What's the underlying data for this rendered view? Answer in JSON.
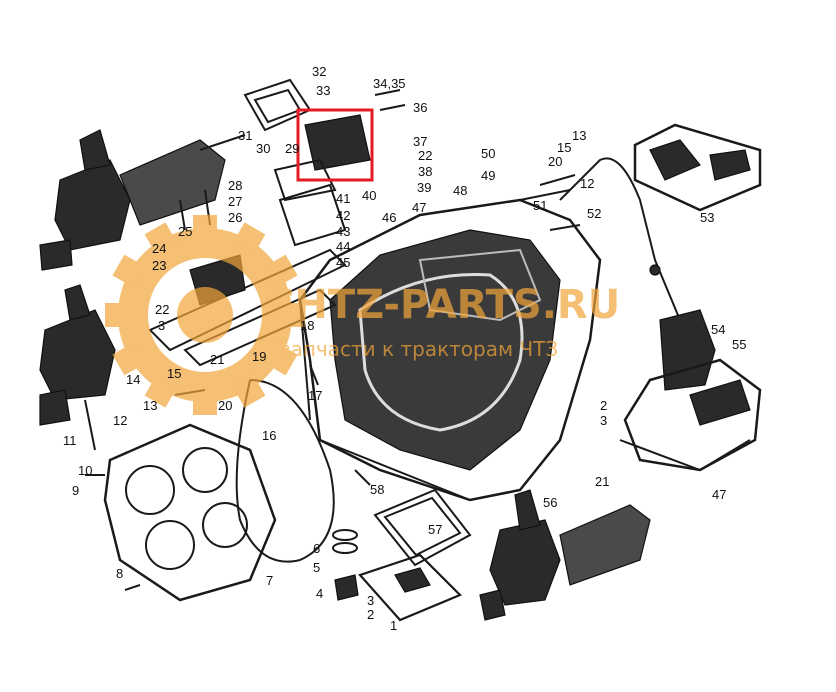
{
  "watermark": {
    "brand": "CHTZ-PARTS.RU",
    "tagline": "запчасти к тракторам ЧТЗ",
    "color": "#f2a53a"
  },
  "highlight": {
    "color": "#e31b23"
  },
  "callouts": [
    "1",
    "2",
    "3",
    "4",
    "5",
    "6",
    "7",
    "8",
    "9",
    "10",
    "11",
    "12",
    "13",
    "14",
    "15",
    "16",
    "17",
    "18",
    "19",
    "20",
    "21",
    "22",
    "23",
    "24",
    "25",
    "26",
    "27",
    "28",
    "29",
    "30",
    "31",
    "32",
    "33",
    "34,35",
    "36",
    "37",
    "38",
    "39",
    "40",
    "41",
    "42",
    "43",
    "44",
    "45",
    "46",
    "47",
    "48",
    "49",
    "50",
    "51",
    "52",
    "53",
    "54",
    "55",
    "56",
    "57",
    "58"
  ]
}
